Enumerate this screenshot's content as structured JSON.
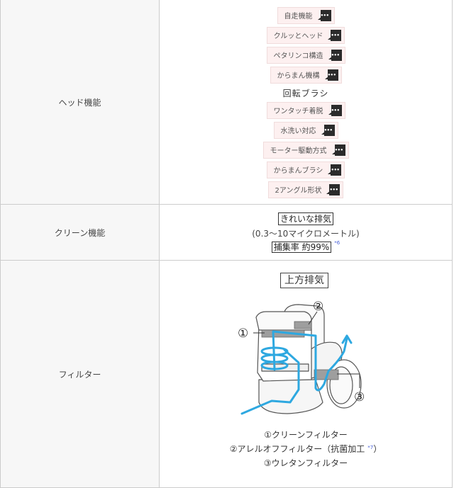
{
  "rows": {
    "head": {
      "label": "ヘッド機能",
      "features": [
        {
          "label": "自走機能",
          "icon": "speech-bubble-icon"
        },
        {
          "label": "クルッとヘッド",
          "icon": "speech-bubble-icon"
        },
        {
          "label": "ペタリンコ構造",
          "icon": "speech-bubble-icon"
        },
        {
          "label": "からまん機構",
          "icon": "speech-bubble-icon"
        },
        {
          "label": "ワンタッチ着脱",
          "icon": "speech-bubble-icon"
        },
        {
          "label": "水洗い対応",
          "icon": "speech-bubble-icon"
        },
        {
          "label": "モーター駆動方式",
          "icon": "speech-bubble-icon"
        },
        {
          "label": "からまんブラシ",
          "icon": "speech-bubble-icon"
        },
        {
          "label": "2アングル形状",
          "icon": "speech-bubble-icon"
        }
      ],
      "plain_text": "回転ブラシ",
      "bubble_dots": "•••"
    },
    "clean": {
      "label": "クリーン機能",
      "line1": "きれいな排気",
      "line2": "(0.3〜10マイクロメートル)",
      "line3": "捕集率 約99%",
      "note": "*6"
    },
    "filter": {
      "label": "フィルター",
      "badge": "上方排気",
      "callouts": [
        "①",
        "②",
        "③"
      ],
      "legend": [
        "①クリーンフィルター",
        "②アレルオフフィルター（抗菌加工",
        "③ウレタンフィルター"
      ],
      "legend_note": "*7",
      "legend_close": "）"
    }
  },
  "colors": {
    "feature_bg": "#fdf0f0",
    "airflow": "#2ea8e0",
    "note_blue": "#4b63d8",
    "label_bg": "#f7f7f7"
  }
}
